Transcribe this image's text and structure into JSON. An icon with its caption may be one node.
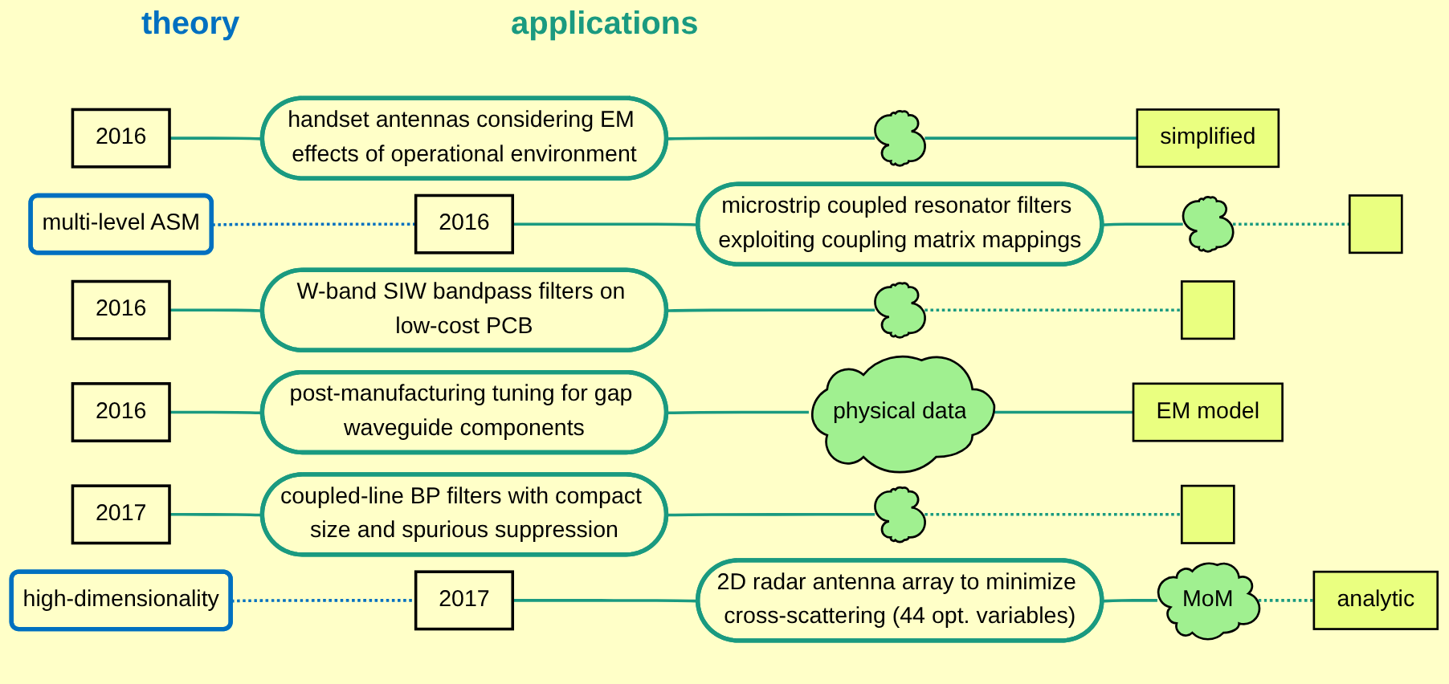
{
  "diagram": {
    "nodes": [
      {
        "text": [
          "2016"
        ]
      },
      {
        "text": [
          "handset antennas considering EM effects of operational environment"
        ]
      },
      {
        "text": [],
        "shape": "cloud"
      },
      {
        "text": [
          "simplified"
        ]
      },
      {
        "text": [
          "multi-level ASM"
        ]
      },
      {
        "text": [
          "2016"
        ]
      },
      {
        "text": [
          "microstrip coupled resonator filters exploiting coupling matrix mappings"
        ]
      },
      {
        "text": [],
        "shape": "cloud"
      },
      {
        "text": [],
        "shape": "box"
      },
      {
        "text": [
          "2016"
        ]
      },
      {
        "text": [
          "W-band SIW bandpass filters on low-cost PCB"
        ]
      },
      {
        "text": [],
        "shape": "cloud"
      },
      {
        "text": [],
        "shape": "box"
      },
      {
        "text": [
          "2016"
        ]
      },
      {
        "text": [
          "post-manufacturing tuning for gap waveguide components"
        ]
      },
      {
        "text": [
          "physical data"
        ]
      },
      {
        "text": [
          "EM model"
        ]
      },
      {
        "text": [
          "2017"
        ]
      },
      {
        "text": [
          "coupled-line BP filters with compact size and spurious suppression"
        ]
      },
      {
        "text": [],
        "shape": "cloud"
      },
      {
        "text": [],
        "shape": "box"
      },
      {
        "text": [
          "high-dimensionality"
        ]
      },
      {
        "text": [
          "2017"
        ]
      },
      {
        "text": [
          "2D radar antenna array to minimize cross-scattering (44 opt. variables)"
        ]
      },
      {
        "text": [
          "MoM"
        ]
      },
      {
        "text": [
          "analytic"
        ]
      }
    ],
    "edges": [
      {
        "from": 0,
        "to": 1,
        "arrow": "none"
      },
      {
        "from": 1,
        "to": 2,
        "arrow": "none"
      },
      {
        "from": 2,
        "to": 3,
        "arrow": "none"
      },
      {
        "from": 4,
        "to": 5,
        "arrow": "none",
        "style": "dashed",
        "color": "#0070c0"
      },
      {
        "from": 5,
        "to": 6,
        "arrow": "none"
      },
      {
        "from": 6,
        "to": 7,
        "arrow": "none"
      },
      {
        "from": 7,
        "to": 8,
        "arrow": "none",
        "style": "dashed"
      },
      {
        "from": 9,
        "to": 10,
        "arrow": "none"
      },
      {
        "from": 10,
        "to": 11,
        "arrow": "none"
      },
      {
        "from": 11,
        "to": 12,
        "arrow": "none",
        "style": "dashed"
      },
      {
        "from": 13,
        "to": 14,
        "arrow": "none"
      },
      {
        "from": 14,
        "to": 15,
        "arrow": "none"
      },
      {
        "from": 15,
        "to": 16,
        "arrow": "none"
      },
      {
        "from": 17,
        "to": 18,
        "arrow": "none"
      },
      {
        "from": 18,
        "to": 19,
        "arrow": "none"
      },
      {
        "from": 19,
        "to": 20,
        "arrow": "none",
        "style": "dashed"
      },
      {
        "from": 21,
        "to": 22,
        "arrow": "none",
        "style": "dashed",
        "color": "#0070c0"
      },
      {
        "from": 22,
        "to": 23,
        "arrow": "none"
      },
      {
        "from": 23,
        "to": 24,
        "arrow": "none"
      },
      {
        "from": 24,
        "to": 25,
        "arrow": "none",
        "style": "dashed"
      }
    ],
    "labels": [
      "theory",
      "applications"
    ]
  }
}
